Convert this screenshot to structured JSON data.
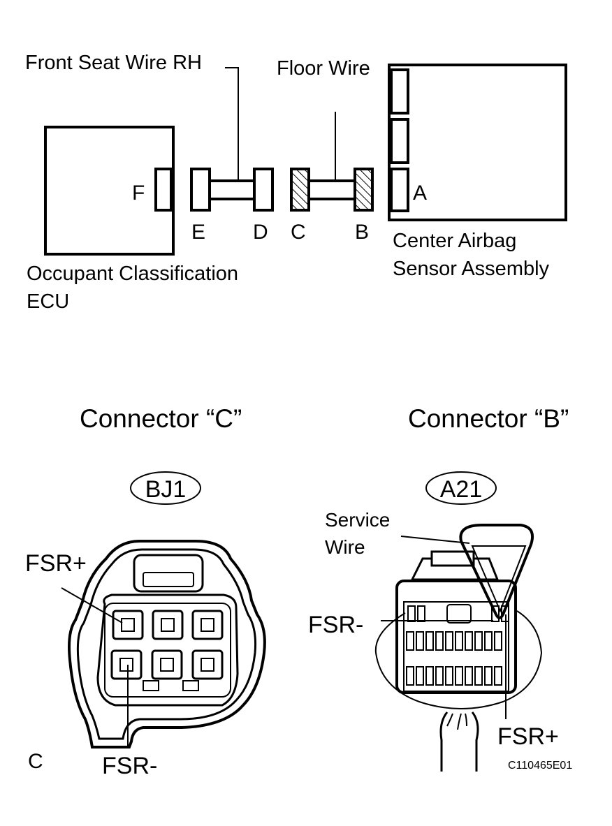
{
  "wiring": {
    "front_seat_wire": "Front Seat Wire RH",
    "floor_wire": "Floor Wire",
    "ecu_name_line1": "Occupant Classification",
    "ecu_name_line2": "ECU",
    "sensor_name_line1": "Center Airbag",
    "sensor_name_line2": "Sensor Assembly",
    "connectors": {
      "A": "A",
      "B": "B",
      "C": "C",
      "D": "D",
      "E": "E",
      "F": "F"
    }
  },
  "connector_c": {
    "title": "Connector “C”",
    "code": "BJ1",
    "fsr_plus": "FSR+",
    "fsr_minus": "FSR-",
    "side_letter": "C"
  },
  "connector_b": {
    "title": "Connector “B”",
    "code": "A21",
    "service_wire_line1": "Service",
    "service_wire_line2": "Wire",
    "fsr_minus": "FSR-",
    "fsr_plus": "FSR+"
  },
  "figure_code": "C110465E01"
}
